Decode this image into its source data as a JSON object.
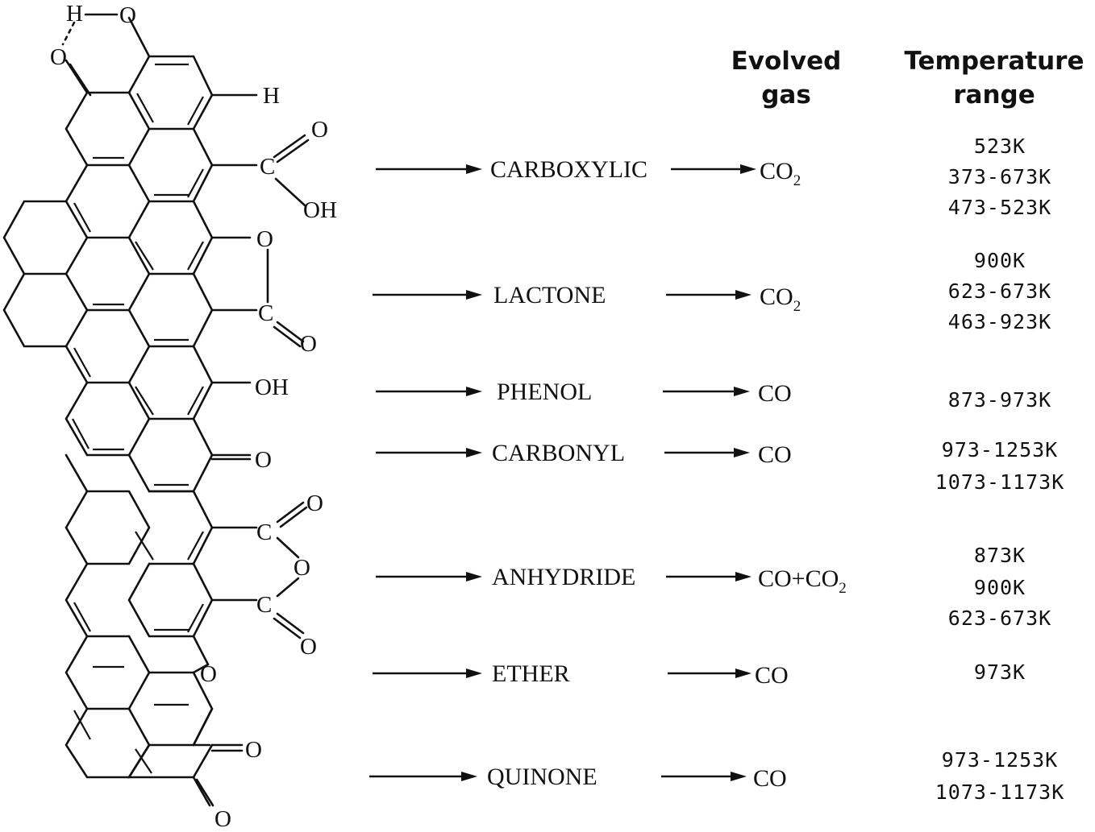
{
  "headers": {
    "evolved_gas_line1": "Evolved",
    "evolved_gas_line2": "gas",
    "temperature_line1": "Temperature",
    "temperature_line2": "range"
  },
  "atoms": {
    "h": "H",
    "o": "O",
    "oh": "OH",
    "c": "C"
  },
  "rows": [
    {
      "group": "CARBOXYLIC",
      "gas": "CO",
      "gas_sub": "2",
      "temps": [
        "523K",
        "373-673K",
        "473-523K"
      ]
    },
    {
      "group": "LACTONE",
      "gas": "CO",
      "gas_sub": "2",
      "temps": [
        "900K",
        "623-673K",
        "463-923K"
      ]
    },
    {
      "group": "PHENOL",
      "gas": "CO",
      "gas_sub": "",
      "temps": [
        "873-973K"
      ]
    },
    {
      "group": "CARBONYL",
      "gas": "CO",
      "gas_sub": "",
      "temps": [
        "973-1253K",
        "1073-1173K"
      ]
    },
    {
      "group": "ANHYDRIDE",
      "gas": "CO+CO",
      "gas_sub": "2",
      "temps": [
        "873K",
        "900K",
        "623-673K"
      ]
    },
    {
      "group": "ETHER",
      "gas": "CO",
      "gas_sub": "",
      "temps": [
        "973K"
      ]
    },
    {
      "group": "QUINONE",
      "gas": "CO",
      "gas_sub": "",
      "temps": [
        "973-1253K",
        "1073-1173K"
      ]
    }
  ]
}
